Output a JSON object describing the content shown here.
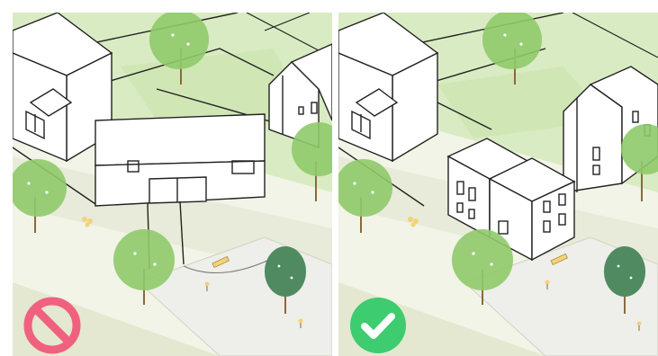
{
  "panels": [
    {
      "id": "bad-example",
      "verdict": "prohibited",
      "badge_icon": "prohibited-icon",
      "badge_color": "#f06180"
    },
    {
      "id": "good-example",
      "verdict": "approved",
      "badge_icon": "checkmark-icon",
      "badge_color": "#3dcc6f"
    }
  ],
  "colors": {
    "lawn": "#d9ebc2",
    "sidewalk": "#e8ebd9",
    "plaza": "#eeeeea",
    "tree_light": "#8fca6a",
    "tree_dark": "#4f8a60",
    "trunk": "#8a6a3c",
    "line": "#222222",
    "wall": "#ffffff",
    "lamp": "#f3d27a"
  }
}
